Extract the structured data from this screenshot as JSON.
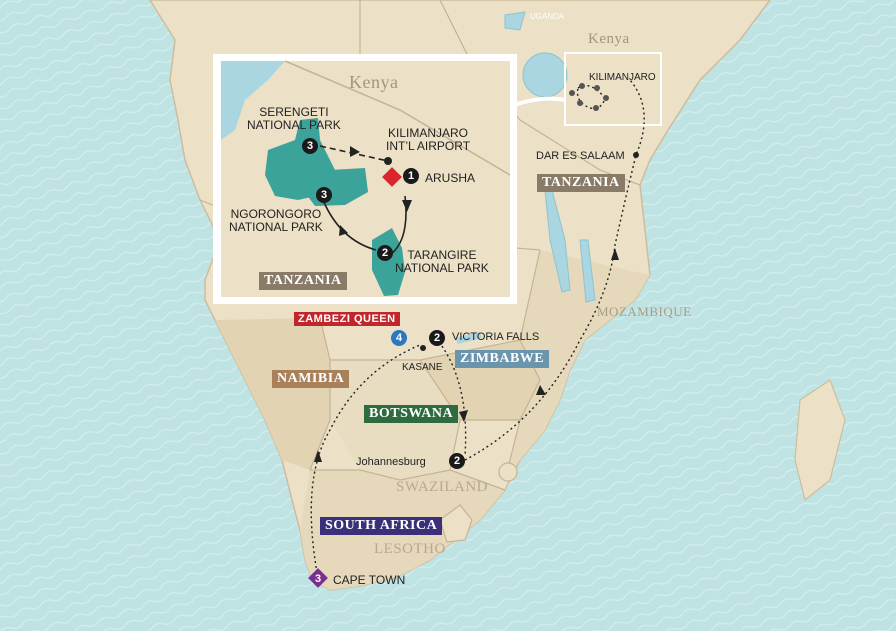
{
  "colors": {
    "ocean": "#bfe3e3",
    "land": "#ece0c6",
    "park": "#3ba39a",
    "water": "#a9d6e0",
    "route": "#222222",
    "stop_black": "#1a1a1a",
    "stop_blue": "#2a78c2",
    "stop_purple": "#7a2f8f",
    "airport_red": "#d8262b"
  },
  "countries": {
    "kenya_main": "Kenya",
    "uganda": "UGANDA",
    "tanzania_main": "TANZANIA",
    "mozambique": "MOZAMBIQUE",
    "zimbabwe": "ZIMBABWE",
    "namibia": "NAMIBIA",
    "botswana": "BOTSWANA",
    "swaziland": "SWAZILAND",
    "south_africa": "SOUTH AFRICA",
    "lesotho": "LESOTHO"
  },
  "places": {
    "kilimanjaro": "KILIMANJARO",
    "dar_es_salaam": "DAR ES SALAAM",
    "victoria_falls": "VICTORIA FALLS",
    "kasane": "KASANE",
    "johannesburg": "Johannesburg",
    "cape_town": "CAPE TOWN",
    "zambezi_queen": "ZAMBEZI QUEEN"
  },
  "stops": {
    "victoria_falls": "2",
    "zambezi_queen": "4",
    "johannesburg": "2",
    "cape_town": "3"
  },
  "inset": {
    "kenya": "Kenya",
    "tanzania": "TANZANIA",
    "serengeti": "SERENGETI\nNATIONAL PARK",
    "kilimanjaro_airport": "KILIMANJARO\nINT’L AIRPORT",
    "arusha": "ARUSHA",
    "ngorongoro": "NGORONGORO\nNATIONAL PARK",
    "tarangire": "TARANGIRE\nNATIONAL PARK",
    "stop_serengeti": "3",
    "stop_ngorongoro": "3",
    "stop_arusha": "1",
    "stop_tarangire": "2"
  }
}
